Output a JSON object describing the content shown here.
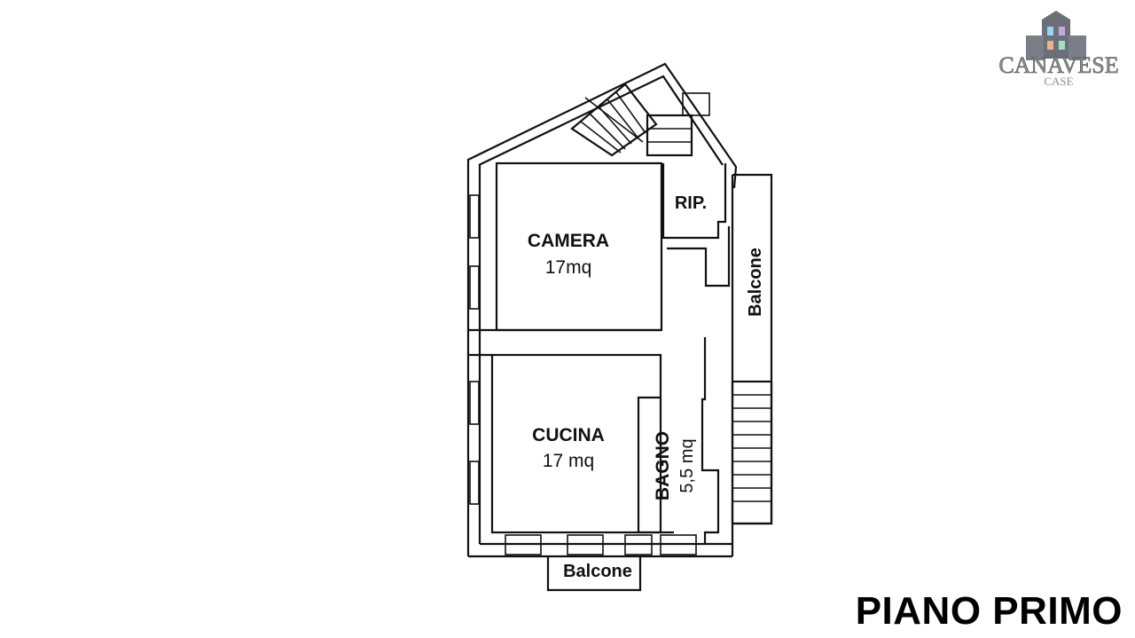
{
  "logo": {
    "name": "CANAVESE",
    "sub": "CASE"
  },
  "rooms": {
    "camera": {
      "name": "CAMERA",
      "area": "17mq"
    },
    "cucina": {
      "name": "CUCINA",
      "area": "17 mq"
    },
    "bagno": {
      "name": "BAGNO",
      "area": "5,5 mq"
    },
    "rip": {
      "name": "RIP."
    },
    "balcone_right": {
      "name": "Balcone"
    },
    "balcone_bottom": {
      "name": "Balcone"
    }
  },
  "title": "PIANO PRIMO"
}
